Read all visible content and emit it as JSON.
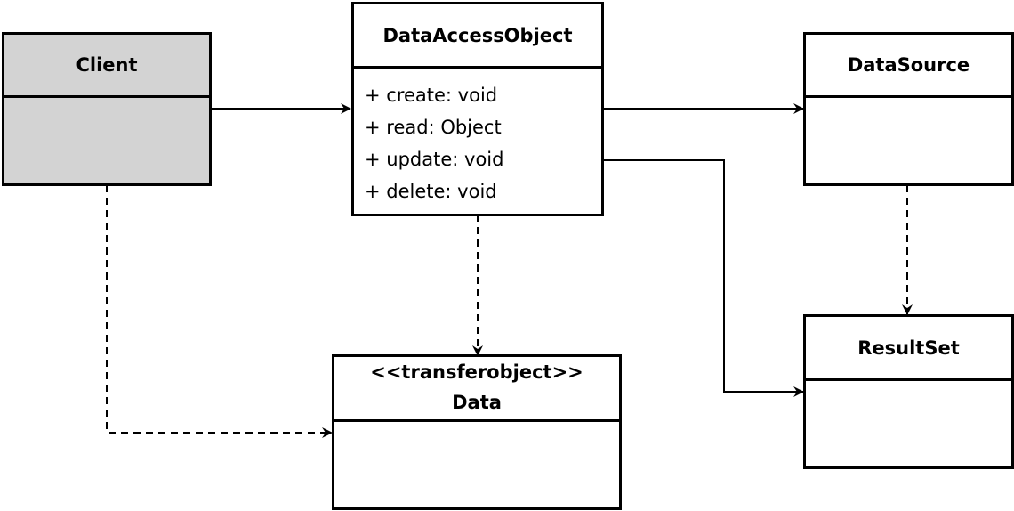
{
  "classes": {
    "client": {
      "name": "Client"
    },
    "dao": {
      "name": "DataAccessObject",
      "members": [
        "+ create: void",
        "+ read: Object",
        "+ update: void",
        "+ delete: void"
      ]
    },
    "datasource": {
      "name": "DataSource"
    },
    "resultset": {
      "name": "ResultSet"
    },
    "data": {
      "stereotype": "<<transferobject>>",
      "name": "Data"
    }
  },
  "relations": [
    {
      "from": "Client",
      "to": "DataAccessObject",
      "style": "solid"
    },
    {
      "from": "DataAccessObject",
      "to": "DataSource",
      "style": "solid"
    },
    {
      "from": "DataAccessObject",
      "to": "ResultSet",
      "style": "solid"
    },
    {
      "from": "DataSource",
      "to": "ResultSet",
      "style": "dashed"
    },
    {
      "from": "DataAccessObject",
      "to": "Data",
      "style": "dashed"
    },
    {
      "from": "Client",
      "to": "Data",
      "style": "dashed"
    }
  ],
  "colors": {
    "line": "#000000",
    "client_fill": "#d3d3d3",
    "box_fill": "#ffffff"
  }
}
